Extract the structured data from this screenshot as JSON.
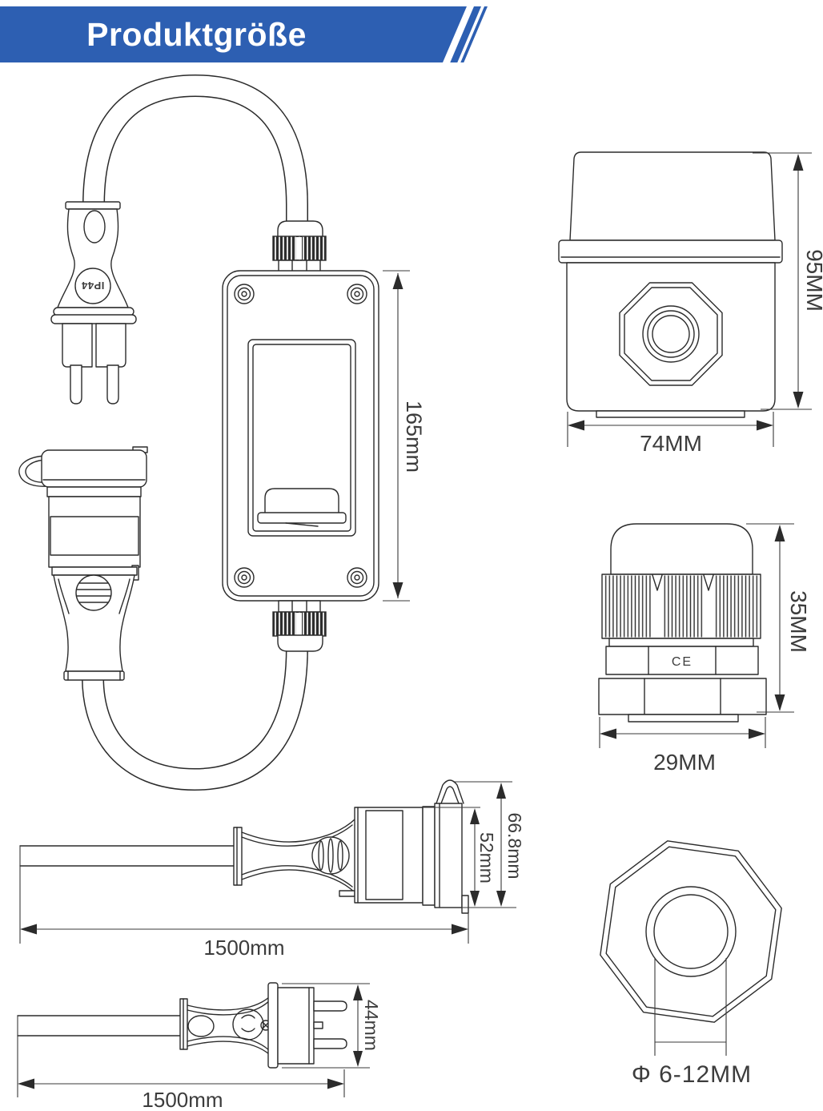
{
  "banner": {
    "title": "Produktgröße",
    "bg_color": "#2d5fb2",
    "text_color": "#ffffff"
  },
  "drawing": {
    "line_color": "#2b2b2b",
    "main_assembly": {
      "plug_marking": "IP44",
      "box_height": "165mm"
    },
    "box_side_view": {
      "height": "95MM",
      "width": "74MM"
    },
    "gland_side_view": {
      "height": "35MM",
      "width": "29MM",
      "marking": "CE"
    },
    "socket_side_view": {
      "overall_height": "66.8mm",
      "body_height": "52mm",
      "cable_length": "1500mm"
    },
    "plug_side_view": {
      "height": "44mm",
      "cable_length": "1500mm"
    },
    "gland_front_view": {
      "clamp_range": "Φ 6-12MM"
    }
  }
}
